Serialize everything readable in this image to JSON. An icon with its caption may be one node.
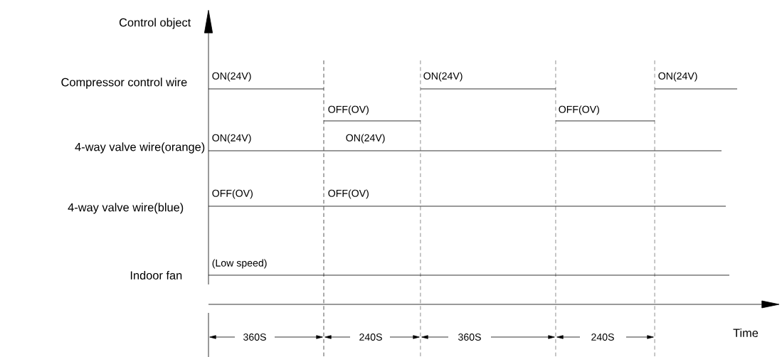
{
  "diagram": {
    "labels": [
      "Control object",
      "Compressor control wire",
      "ON(24V)",
      "ON(24V)",
      "ON(24V)",
      "OFF(OV)",
      "OFF(OV)",
      "4-way valve wire(orange)",
      "ON(24V)",
      "ON(24V)",
      "4-way valve wire(blue)",
      "OFF(OV)",
      "OFF(OV)",
      "Indoor fan",
      "(Low speed)",
      "360S",
      "240S",
      "360S",
      "240S",
      "Time"
    ]
  }
}
